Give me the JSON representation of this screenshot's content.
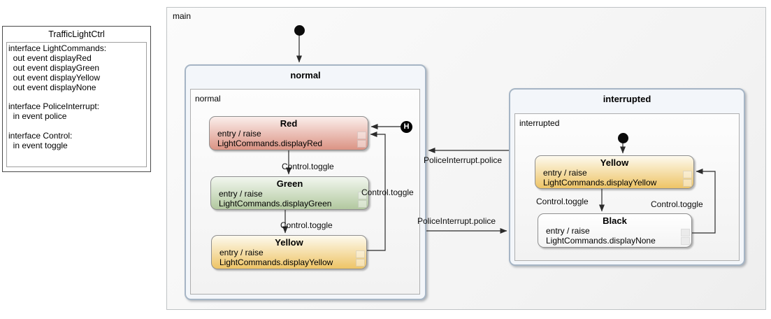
{
  "declarations": {
    "title": "TrafficLightCtrl",
    "body": "interface LightCommands:\n  out event displayRed\n  out event displayGreen\n  out event displayYellow\n  out event displayNone\n\ninterface PoliceInterrupt:\n  in event police\n\ninterface Control:\n  in event toggle"
  },
  "main_region": {
    "label": "main"
  },
  "composites": {
    "normal": {
      "title": "normal",
      "region_label": "normal"
    },
    "interrupted": {
      "title": "interrupted",
      "region_label": "interrupted"
    }
  },
  "states": {
    "red": {
      "title": "Red",
      "entry_line1": "entry / raise",
      "entry_line2": "LightCommands.displayRed"
    },
    "green": {
      "title": "Green",
      "entry_line1": "entry / raise",
      "entry_line2": "LightCommands.displayGreen"
    },
    "yellow_normal": {
      "title": "Yellow",
      "entry_line1": "entry / raise",
      "entry_line2": "LightCommands.displayYellow"
    },
    "yellow_interrupted": {
      "title": "Yellow",
      "entry_line1": "entry / raise",
      "entry_line2": "LightCommands.displayYellow"
    },
    "black": {
      "title": "Black",
      "entry_line1": "entry / raise",
      "entry_line2": "LightCommands.displayNone"
    }
  },
  "transitions": {
    "red_to_green": {
      "label": "Control.toggle"
    },
    "green_to_yellow": {
      "label": "Control.toggle"
    },
    "yellow_to_red": {
      "label": "Control.toggle"
    },
    "interrupted_to_normal": {
      "label": "PoliceInterrupt.police"
    },
    "normal_to_interrupted": {
      "label": "PoliceInterrupt.police"
    },
    "yellow_to_black": {
      "label": "Control.toggle"
    },
    "black_to_yellow": {
      "label": "Control.toggle"
    }
  },
  "history_node": {
    "label": "H"
  },
  "colors": {
    "state_red_bottom": "#db9384",
    "state_green_bottom": "#b2c89f",
    "state_yellow_bottom": "#eec466",
    "state_black_bottom": "#f4f4f4",
    "composite_border": "#a6b5c5",
    "composite_header_bg": "#f3f6fa",
    "wire": "#2b2b2b"
  }
}
